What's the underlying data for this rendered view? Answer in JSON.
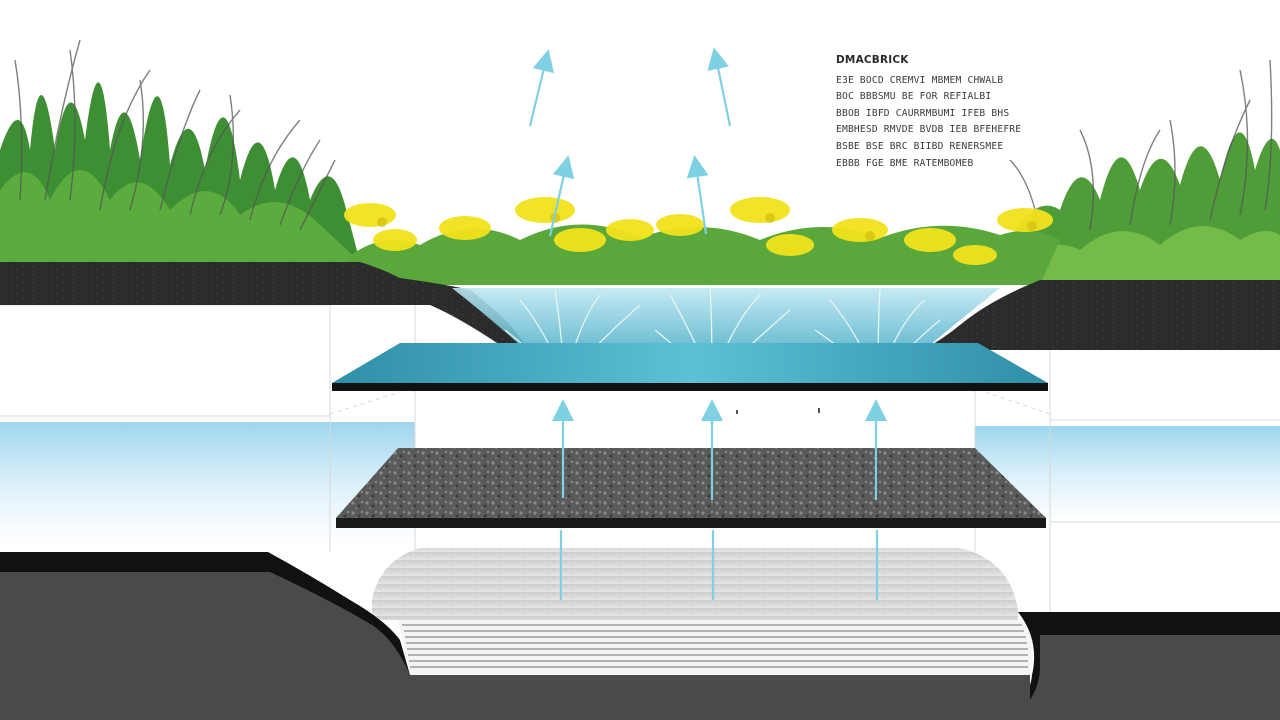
{
  "colors": {
    "sky": "#ffffff",
    "grass_dark": "#2f7d2a",
    "grass_light": "#6bbf3e",
    "flower": "#f2e21c",
    "soil": "#2b2b2b",
    "water": "#66c2d9",
    "water_deep": "#2e8fab",
    "gravel": "#5c5c5c",
    "sand": "#d4d4d4",
    "groundwater": "#bfe3f2",
    "arrow": "#7fd0e2",
    "ground_cut": "#4a4a4a"
  },
  "icons": {
    "flow": "arrow-up-icon"
  },
  "annotation": {
    "title": "DMACBRICK",
    "lines": [
      "E3E BOCD CREMVI  MBMEM CHWALB",
      "BOC BBBSMU BE  FOR REFIALBI",
      "BBOB IBFD CAURRMBUMI IFEB BHS",
      "EMBHESD RMVDE BVDB IEB BFEHEFRE",
      "BSBE  BSE BRC  BIIBD RENERSMEE",
      "EBBB  FGE BME  RATEMBOMEB"
    ]
  }
}
